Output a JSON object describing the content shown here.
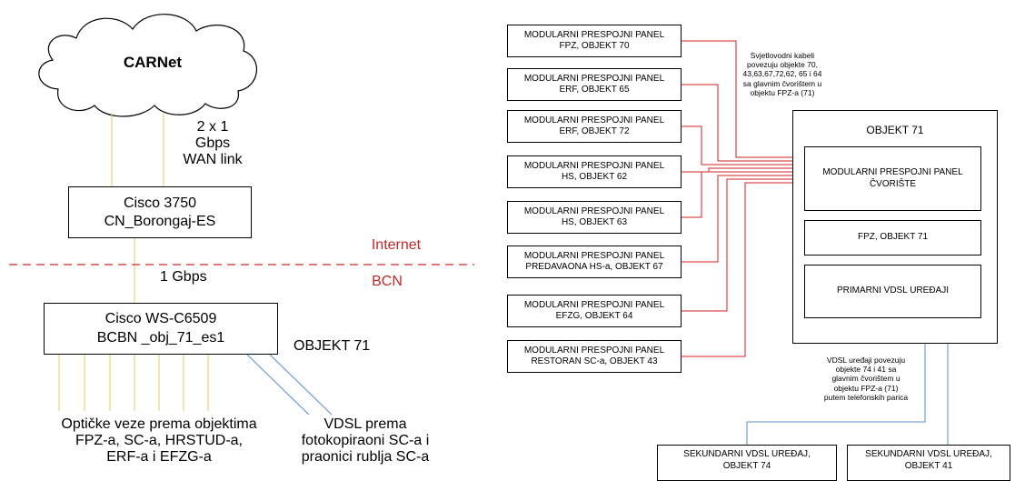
{
  "left": {
    "cloud": "CARNet",
    "wan_link": [
      "2 x 1",
      "Gbps",
      "WAN link"
    ],
    "router": [
      "Cisco 3750",
      "CN_Borongaj-ES"
    ],
    "internet": "Internet",
    "bcn": "BCN",
    "uplink": "1 Gbps",
    "switch": [
      "Cisco WS-C6509",
      "BCBN _obj_71_es1"
    ],
    "building": "OBJEKT 71",
    "fiber_label": [
      "Optičke veze prema objektima",
      "FPZ-a, SC-a, HRSTUD-a,",
      "ERF-a i EFZG-a"
    ],
    "vdsl_label": [
      "VDSL prema",
      "fotokopiraoni SC-a i",
      "praonici rublja SC-a"
    ],
    "colors": {
      "uplink": "#e8c860",
      "internet_divider": "#cc2a2a",
      "vdsl": "#5a8fd0"
    }
  },
  "right": {
    "panels": [
      [
        "MODULARNI PRESPOJNI PANEL",
        "FPZ, OBJEKT 70"
      ],
      [
        "MODULARNI PRESPOJNI PANEL",
        "ERF, OBJEKT 65"
      ],
      [
        "MODULARNI PRESPOJNI PANEL",
        "ERF, OBJEKT 72"
      ],
      [
        "MODULARNI PRESPOJNI PANEL",
        "HS, OBJEKT 62"
      ],
      [
        "MODULARNI PRESPOJNI PANEL",
        "HS, OBJEKT 63"
      ],
      [
        "MODULARNI PRESPOJNI PANEL",
        "PREDAVAONA HS-a, OBJEKT 67"
      ],
      [
        "MODULARNI PRESPOJNI PANEL",
        "EFZG, OBJEKT 64"
      ],
      [
        "MODULARNI PRESPOJNI PANEL",
        "RESTORAN SC-a, OBJEKT 43"
      ]
    ],
    "fiber_note": [
      "Svjetlovodni kabeli",
      "povezuju objekte 70,",
      "43,63,67,72,62, 65 i 64",
      "sa glavnim čvorištem u",
      "objektu FPZ-a (71)"
    ],
    "building_title": "OBJEKT 71",
    "hub": [
      "MODULARNI PRESPOJNI PANEL",
      "ČVORIŠTE"
    ],
    "fpz": "FPZ, OBJEKT 71",
    "primary_vdsl": "PRIMARNI VDSL UREĐAJI",
    "vdsl_note": [
      "VDSL uređaji povezuju",
      "objekte 74 i 41 sa",
      "glavnim čvorištem u",
      "objektu FPZ-a (71)",
      "putem telefonskih parica"
    ],
    "secondary": [
      [
        "SEKUNDARNI VDSL UREĐAJ,",
        "OBJEKT 74"
      ],
      [
        "SEKUNDARNI VDSL UREĐAJ,",
        "OBJEKT 41"
      ]
    ],
    "colors": {
      "fiber": "#d42020",
      "vdsl": "#5a8fd0"
    }
  }
}
